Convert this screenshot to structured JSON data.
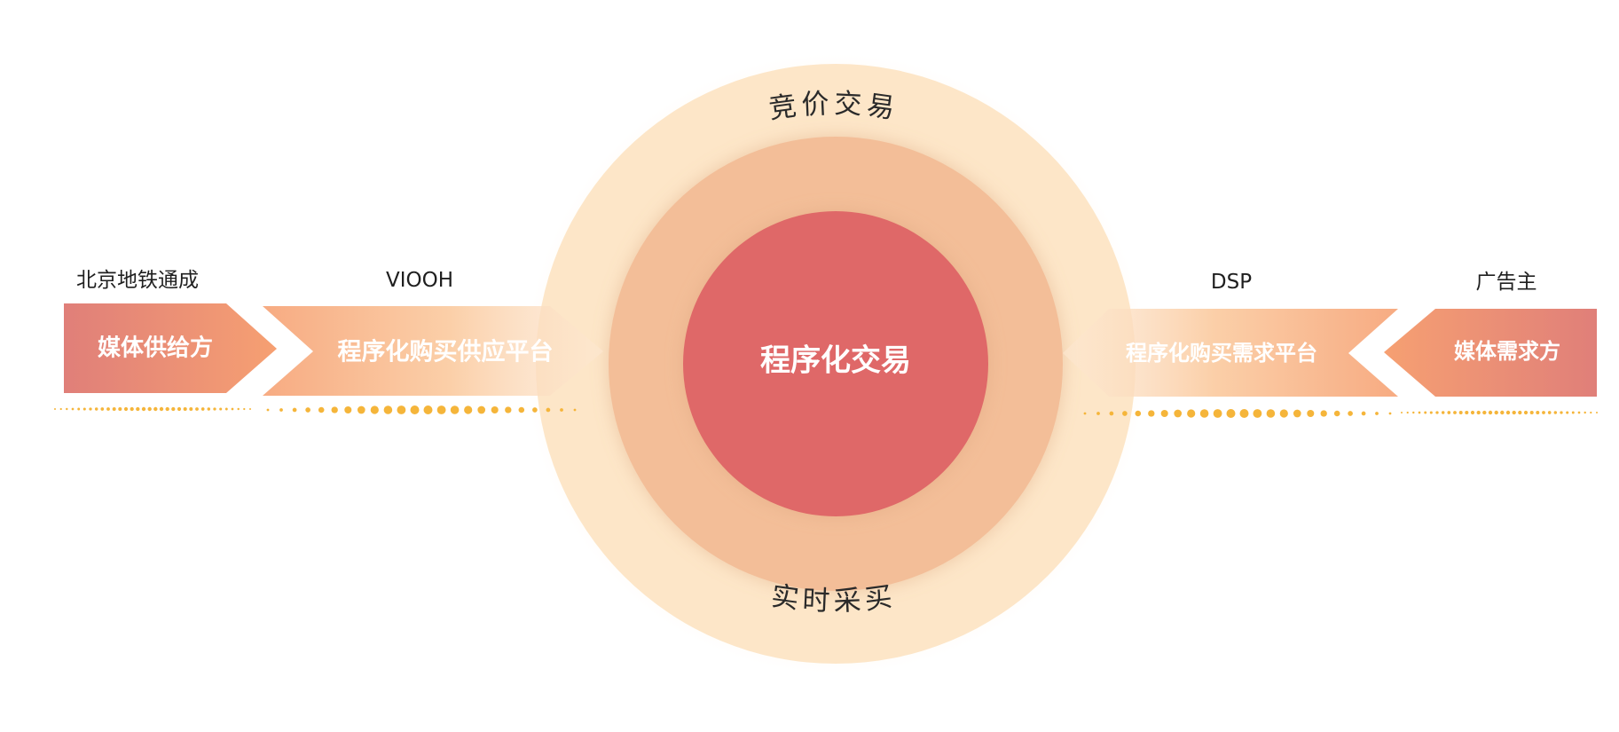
{
  "center": {
    "core_label": "程序化交易",
    "ring_top_label": "竞价交易",
    "ring_bottom_label": "实时采买"
  },
  "left": {
    "supplier_name": "北京地铁通成",
    "supplier_box": "媒体供给方",
    "platform_name": "VIOOH",
    "platform_box": "程序化购买供应平台"
  },
  "right": {
    "platform_name": "DSP",
    "platform_box": "程序化购买需求平台",
    "demand_name": "广告主",
    "demand_box": "媒体需求方"
  },
  "colors": {
    "outer_ring": "#fde6c8",
    "middle_ring": "#f3be98",
    "core": "#df6868",
    "box_dark_start": "#e07f79",
    "box_dark_end": "#f6a072",
    "box_light": "#f7ad80",
    "dots": "#f5b53a"
  }
}
